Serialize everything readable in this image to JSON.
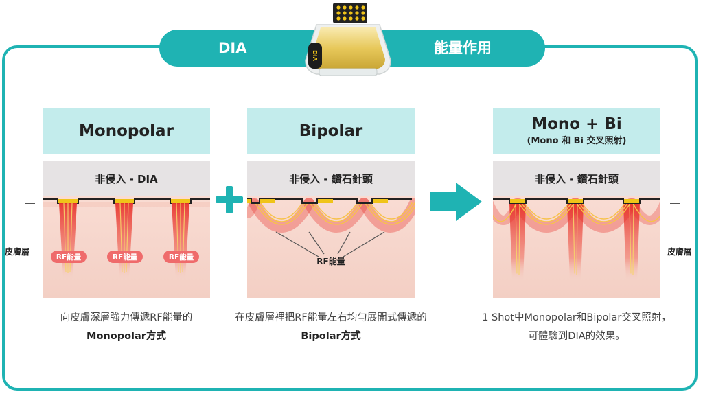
{
  "banner": {
    "left_label": "DIA",
    "right_label": "能量作用",
    "device_badge": "DIA"
  },
  "columns": [
    {
      "title": "Monopolar",
      "subtitle": "",
      "gray_label": "非侵入 - DIA",
      "energy_tags": [
        "RF能量",
        "RF能量",
        "RF能量"
      ],
      "caption_line1": "向皮膚深層強力傳遞RF能量的",
      "caption_line2": "Monopolar方式"
    },
    {
      "title": "Bipolar",
      "subtitle": "",
      "gray_label": "非侵入 - 鑽石針頭",
      "energy_label": "RF能量",
      "caption_line1": "在皮膚層裡把RF能量左右均勻展開式傳遞的",
      "caption_line2": "Bipolar方式"
    },
    {
      "title": "Mono + Bi",
      "subtitle": "(Mono 和 Bi 交叉照射)",
      "gray_label": "非侵入 - 鑽石針頭",
      "caption_line1": "1 Shot中Monopolar和Bipolar交叉照射，",
      "caption_line2": "可體驗到DIA的效果。"
    }
  ],
  "skin_layer_label_left": "皮膚層",
  "skin_layer_label_right": "皮膚層",
  "colors": {
    "teal": "#1fb3b3",
    "header_bg": "#c3ecec",
    "skin": "#f6d3c9",
    "energy_red": "#e8352e",
    "electrode": "#f0c419"
  }
}
